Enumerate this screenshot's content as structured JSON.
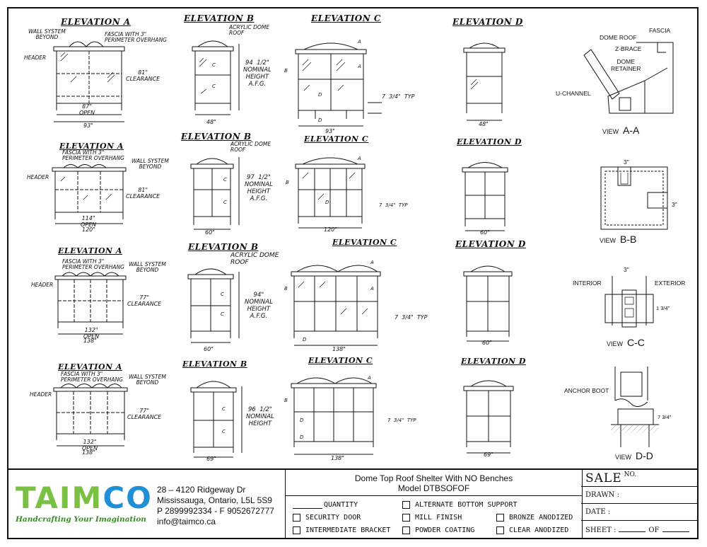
{
  "elevations": {
    "row1": {
      "a": "ELEVATION A",
      "b": "ELEVATION B",
      "c": "ELEVATION C",
      "d": "ELEVATION D"
    },
    "row2": {
      "a": "ELEVATION A",
      "b": "ELEVATION B",
      "c": "ELEVATION C",
      "d": "ELEVATION D"
    },
    "row3": {
      "a": "ELEVATION A",
      "b": "ELEVATION B",
      "c": "ELEVATION C",
      "d": "ELEVATION D"
    },
    "row4": {
      "a": "ELEVATION A",
      "b": "ELEVATION B",
      "c": "ELEVATION C",
      "d": "ELEVATION D"
    }
  },
  "notes": {
    "wall_system_beyond": "WALL SYSTEM\nBEYOND",
    "fascia_overhang": "FASCIA WITH 3\"\nPERIMETER OVERHANG",
    "header": "HEADER",
    "acrylic_dome_roof": "ACRYLIC DOME\nROOF",
    "clearance_81": "81\"\nCLEARANCE",
    "clearance_77": "77\"\nCLEARANCE",
    "height_r1": "94  1/2\"\nNOMINAL\nHEIGHT\nA.F.G.",
    "height_r2": "97  1/2\"\nNOMINAL\nHEIGHT\nA.F.G.",
    "height_r3": "94\"\nNOMINAL\nHEIGHT\nA.F.G.",
    "height_r4": "96  1/2\"\nNOMINAL\nHEIGHT",
    "typ": "7  3/4\"  TYP"
  },
  "dims": {
    "r1": {
      "open": "87\"\nOPEN",
      "overall": "93\"",
      "b": "48\"",
      "c": "93\"",
      "d": "48\""
    },
    "r2": {
      "open": "114\"\nOPEN",
      "overall": "120\"",
      "b": "60\"",
      "c": "120\"",
      "d": "60\""
    },
    "r3": {
      "open": "132\"\nOPEN",
      "overall": "138\"",
      "b": "60\"",
      "c": "138\"",
      "d": "60\""
    },
    "r4": {
      "open": "132\"\nOPEN",
      "overall": "138\"",
      "b": "69\"",
      "c": "138\"",
      "d": "69\""
    }
  },
  "sections": {
    "aa": {
      "dome_roof": "DOME ROOF",
      "fascia": "FASCIA",
      "z_brace": "Z-BRACE",
      "dome_retainer": "DOME\nRETAINER",
      "u_channel": "U-CHANNEL",
      "view": "VIEW",
      "id": "A-A"
    },
    "bb": {
      "dim_top": "3\"",
      "dim_side": "3\"",
      "view": "VIEW",
      "id": "B-B"
    },
    "cc": {
      "dim_top": "3\"",
      "interior": "INTERIOR",
      "exterior": "EXTERIOR",
      "dim_side": "1  3/4\"",
      "view": "VIEW",
      "id": "C-C"
    },
    "dd": {
      "anchor_boot": "ANCHOR BOOT",
      "dim_side": "7  3/4\"",
      "view": "VIEW",
      "id": "D-D"
    }
  },
  "callouts": {
    "a": "A",
    "b": "B",
    "c": "C",
    "d": "D"
  },
  "titleblock": {
    "logo_text_1": "TAIM",
    "logo_text_2": "CO",
    "tagline": "Handcrafting Your Imagination",
    "address_1": "28 – 4120 Ridgeway Dr",
    "address_2": "Mississauga, Ontario, L5L 5S9",
    "phone": "P 2899992334 - F 9052672777",
    "email": "info@taimco.ca",
    "title": "Dome Top Roof Shelter With NO Benches",
    "model": "Model DTBSOFOF",
    "quantity": "QUANTITY",
    "options": {
      "security_door": "SECURITY DOOR",
      "intermediate_bracket": "INTERMEDIATE BRACKET",
      "alternate_bottom_support": "ALTERNATE BOTTOM SUPPORT",
      "mill_finish": "MILL FINISH",
      "powder_coating": "POWDER COATING",
      "bronze_anodized": "BRONZE ANODIZED",
      "clear_anodized": "CLEAR ANODIZED"
    },
    "sale": "SALE",
    "sale_no": "NO.",
    "drawn": "DRAWN  :",
    "date": "DATE  :",
    "sheet": "SHEET  :",
    "of": "OF"
  }
}
